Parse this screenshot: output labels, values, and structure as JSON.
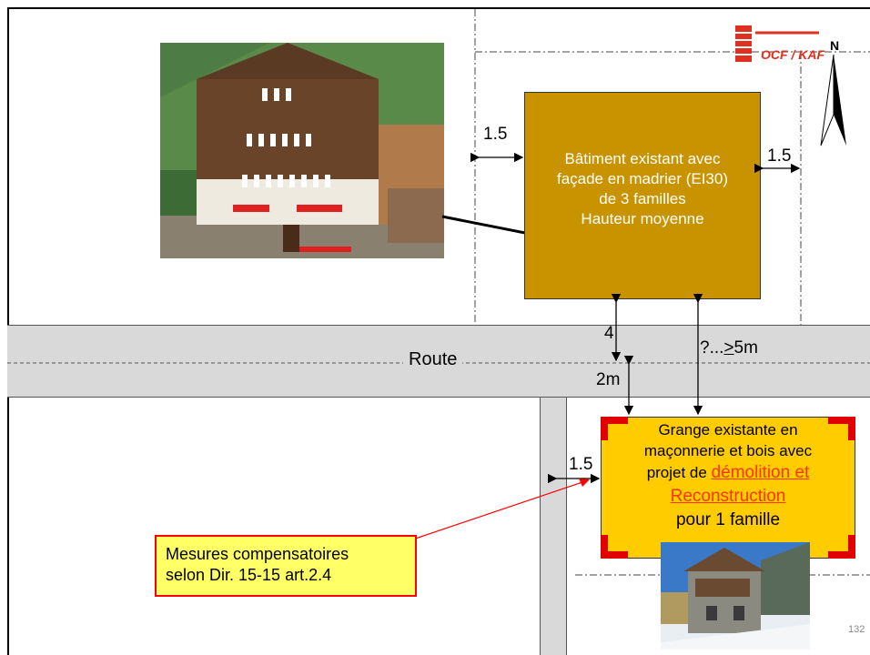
{
  "road": {
    "label": "Route"
  },
  "building": {
    "lines": [
      "Bâtiment existant avec",
      "façade  en madrier (EI30)",
      "de 3 familles",
      "Hauteur moyenne"
    ]
  },
  "barn": {
    "line1": "Grange existante en",
    "line2": "maçonnerie et bois avec",
    "line3_prefix": "projet de ",
    "line3_red": "démolition et",
    "line4_red": "Reconstruction",
    "line5": "pour 1 famille"
  },
  "measures": {
    "line1": "Mesures compensatoires",
    "line2": "selon Dir. 15-15 art.2.4"
  },
  "dimensions": {
    "left_building": "1.5",
    "right_building": "1.5",
    "road_gap": "4",
    "barn_road": "2m",
    "question": "?...",
    "min": ">",
    "min_value": "5m",
    "barn_left": "1.5"
  },
  "logo": {
    "text": "OCF / KAF",
    "north": "N"
  },
  "page_number": "132",
  "colors": {
    "building": "#c99300",
    "barn": "#ffcc00",
    "measures": "#ffff66",
    "accent_red": "#ff0000",
    "road": "#d9d9d9"
  }
}
